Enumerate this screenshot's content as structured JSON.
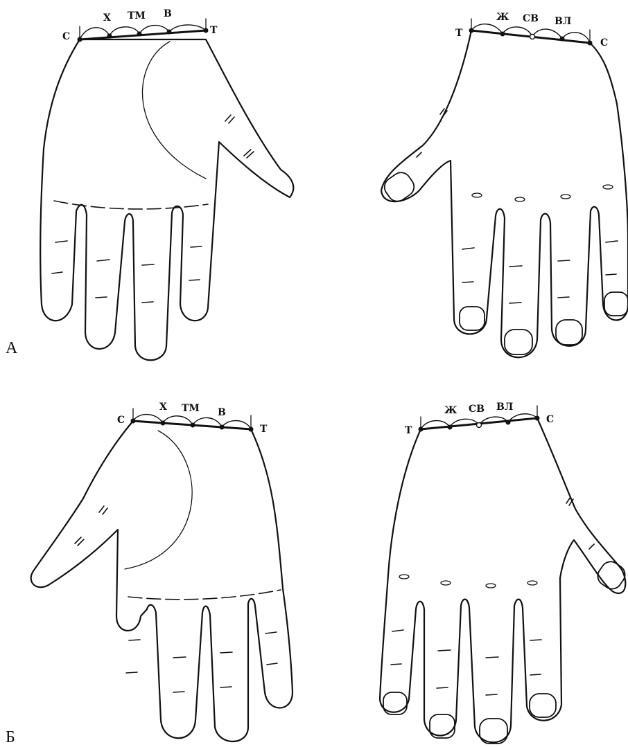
{
  "panels": [
    {
      "id": "A",
      "panel_label": "А",
      "palm_view_labels": {
        "left_end": "С",
        "points": [
          "Х",
          "ТМ",
          "В"
        ],
        "right_end": "Т"
      },
      "back_view_labels": {
        "left_end": "Т",
        "points": [
          "Ж",
          "СВ",
          "ВЛ"
        ],
        "right_end": "С"
      }
    },
    {
      "id": "B",
      "panel_label": "Б",
      "palm_view_labels": {
        "left_end": "С",
        "points": [
          "Х",
          "ТМ",
          "В"
        ],
        "right_end": "Т"
      },
      "back_view_labels": {
        "left_end": "Т",
        "points": [
          "Ж",
          "СВ",
          "ВЛ"
        ],
        "right_end": "С"
      }
    }
  ]
}
